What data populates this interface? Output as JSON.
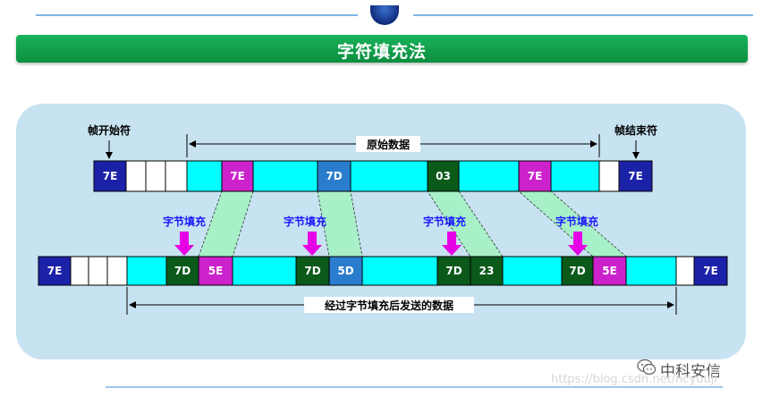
{
  "title": "字符填充法",
  "labels": {
    "start_flag": "帧开始符",
    "end_flag": "帧结束符",
    "original_data": "原始数据",
    "stuffed_data": "经过字节填充后发送的数据",
    "byte_stuffing": "字节填充"
  },
  "original_frame": {
    "flag_start": "7E",
    "bytes": [
      "7E",
      "7D",
      "03",
      "7E"
    ],
    "flag_end": "7E"
  },
  "stuffed_frame": {
    "flag_start": "7E",
    "pairs": [
      [
        "7D",
        "5E"
      ],
      [
        "7D",
        "5D"
      ],
      [
        "7D",
        "23"
      ],
      [
        "7D",
        "5E"
      ]
    ],
    "flag_end": "7E"
  },
  "watermark": {
    "url": "https://blog.csdn.net/ncyuuji",
    "brand": "中科安信"
  },
  "colors": {
    "title_green": "#0f9a48",
    "flag_blue": "#1c22a8",
    "cyan": "#00ffff",
    "magenta": "#cc22cc",
    "dark_green": "#0b5a1a",
    "steel_blue": "#2a7ccc",
    "panel": "#c7e2f1",
    "label_blue": "#1a1aff"
  }
}
